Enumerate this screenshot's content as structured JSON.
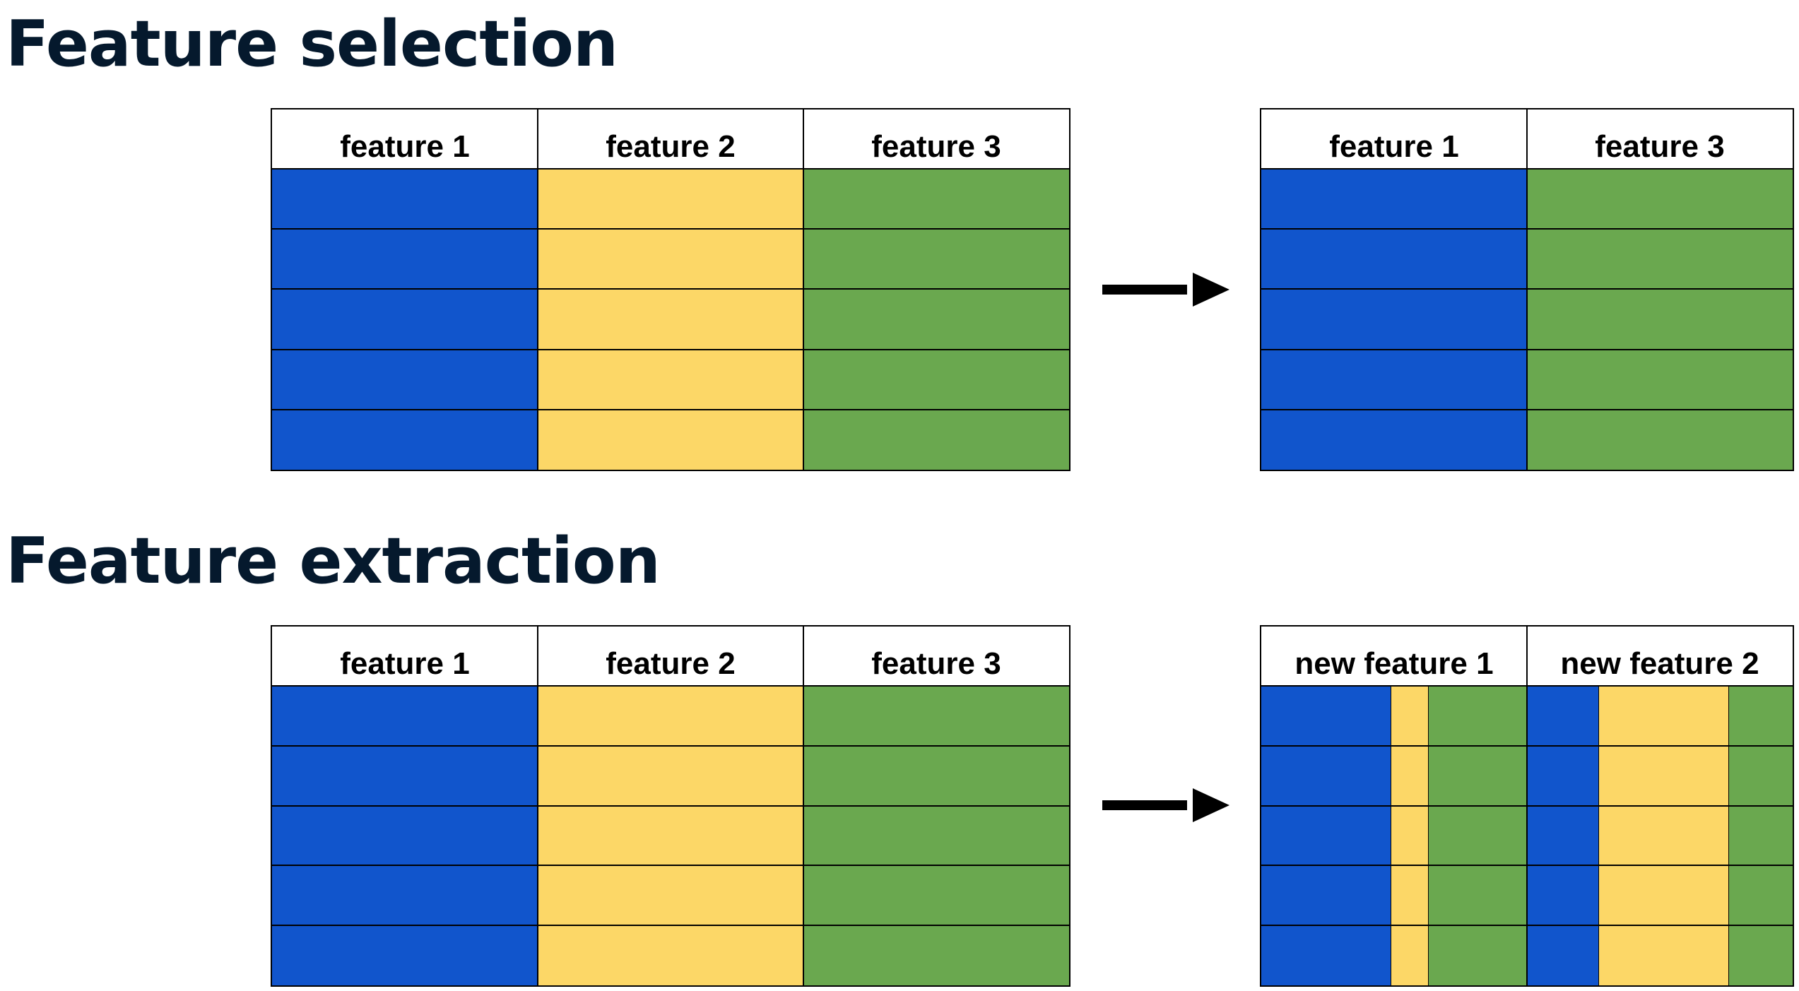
{
  "colors": {
    "blue": "#1155cc",
    "yellow": "#fcd767",
    "green": "#6aa84f",
    "title": "#05192d"
  },
  "sections": [
    {
      "title": "Feature selection",
      "input_table": {
        "headers": [
          "feature 1",
          "feature 2",
          "feature 3"
        ],
        "fills": [
          "blue",
          "yellow",
          "green"
        ],
        "rows": 5
      },
      "arrow_icon": "arrow-right-icon",
      "output_table": {
        "headers": [
          "feature 1",
          "feature 3"
        ],
        "fills": [
          "blue",
          "green"
        ],
        "rows": 5
      }
    },
    {
      "title": "Feature extraction",
      "input_table": {
        "headers": [
          "feature 1",
          "feature 2",
          "feature 3"
        ],
        "fills": [
          "blue",
          "yellow",
          "green"
        ],
        "rows": 5
      },
      "arrow_icon": "arrow-right-icon",
      "output_table": {
        "headers": [
          "new feature 1",
          "new feature 2"
        ],
        "rows": 5,
        "mixes": [
          [
            {
              "color": "blue",
              "share": 0.49
            },
            {
              "color": "yellow",
              "share": 0.14
            },
            {
              "color": "green",
              "share": 0.37
            }
          ],
          [
            {
              "color": "blue",
              "share": 0.27
            },
            {
              "color": "yellow",
              "share": 0.49
            },
            {
              "color": "green",
              "share": 0.24
            }
          ]
        ]
      }
    }
  ]
}
